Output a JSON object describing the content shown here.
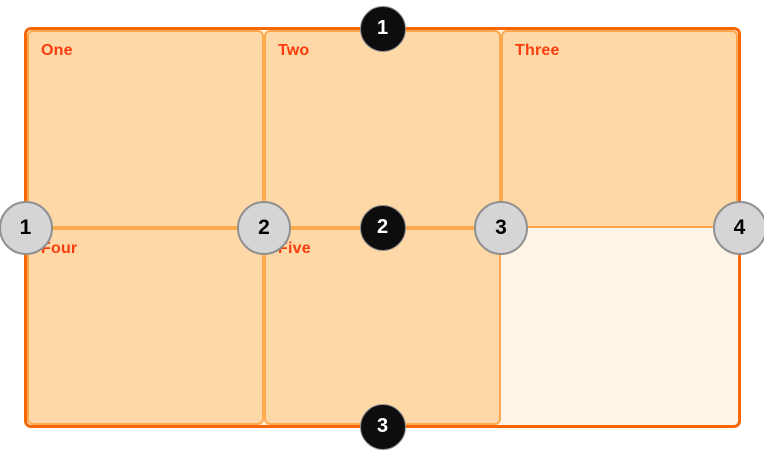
{
  "figure": {
    "description": "CSS grid line numbering diagram: 3-column by 2-row grid with five filled cells and numbered grid line markers",
    "cells": [
      {
        "label": "One"
      },
      {
        "label": "Two"
      },
      {
        "label": "Three"
      },
      {
        "label": "Four"
      },
      {
        "label": "Five"
      }
    ],
    "empty_cell_count": 1,
    "row_lines": [
      {
        "number": "1"
      },
      {
        "number": "2"
      },
      {
        "number": "3"
      }
    ],
    "column_lines": [
      {
        "number": "1"
      },
      {
        "number": "2"
      },
      {
        "number": "3"
      },
      {
        "number": "4"
      }
    ],
    "colors": {
      "wrapper_border": "#f76707",
      "wrapper_bg": "#fff4e6",
      "cell_border": "#ffa94d",
      "cell_bg": "#ffd8a8",
      "label_text": "#f93d0d",
      "row_marker_bg": "#0d0d0d",
      "row_marker_text": "#ffffff",
      "column_marker_bg": "#d5d5d7",
      "column_marker_border": "#8f8f8f",
      "column_marker_text": "#000000"
    }
  }
}
